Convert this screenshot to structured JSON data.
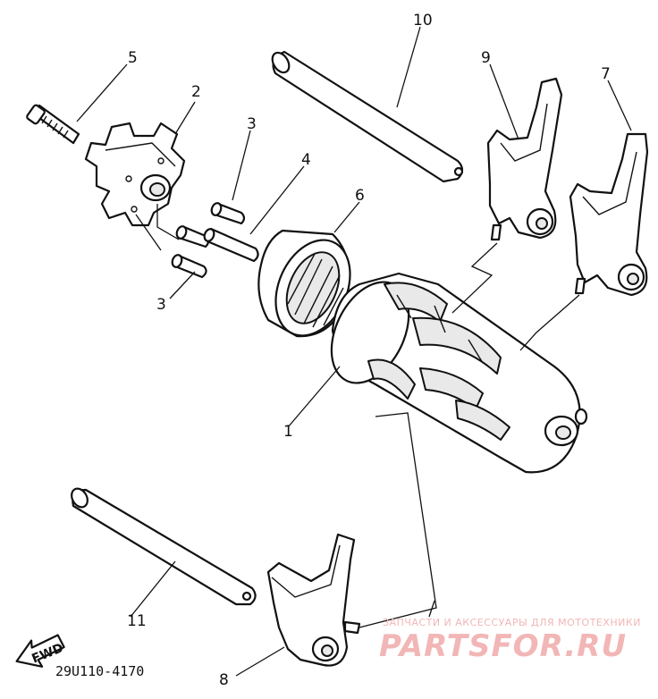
{
  "callouts": {
    "n1": "1",
    "n2": "2",
    "n3a": "3",
    "n3b": "3",
    "n4": "4",
    "n5": "5",
    "n6": "6",
    "n7": "7",
    "n8": "8",
    "n9": "9",
    "n10": "10",
    "n11": "11"
  },
  "fwd_label": "FWD",
  "diagram_code": "29U110-4170",
  "watermark": {
    "subtitle": "ЗАПЧАСТИ И АКСЕССУАРЫ ДЛЯ МОТОТЕХНИКИ",
    "brand": "PARTSFOR.RU",
    "color": "#f2b6b6"
  }
}
